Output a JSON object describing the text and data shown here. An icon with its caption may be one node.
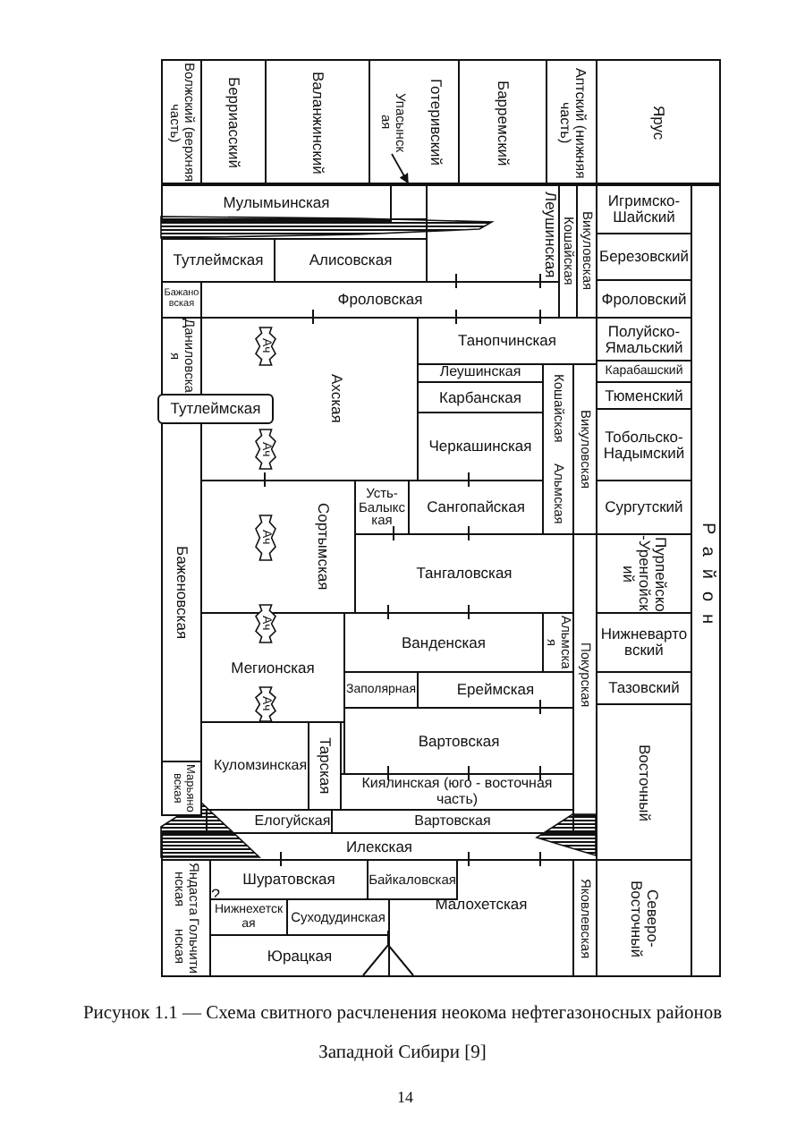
{
  "diagram": {
    "caption": "Рисунок 1.1 — Схема свитного расчленения неокома нефтегазоносных районов Западной Сибири [9]",
    "nodes": [
      {
        "text": [
          "Волжский (верхняя часть)"
        ]
      },
      {
        "text": [
          "Берриасский"
        ]
      },
      {
        "text": [
          "Валанжинский"
        ]
      },
      {
        "text": [
          "Готеривский"
        ]
      },
      {
        "text": [
          "Барремский"
        ]
      },
      {
        "text": [
          "Аптский (нижняя часть)"
        ]
      },
      {
        "text": [
          "Ярус"
        ]
      },
      {
        "text": [
          "Упасынская"
        ],
        "in": 3
      },
      {
        "text": [
          "Мулымьинская"
        ]
      },
      {
        "text": [],
        "shape": "box"
      },
      {
        "text": [
          "Леушинская"
        ]
      },
      {
        "text": [
          "Кошайская"
        ]
      },
      {
        "text": [
          "Викуловская"
        ]
      },
      {
        "text": [
          "Тутлеймская"
        ]
      },
      {
        "text": [
          "Алисовская"
        ]
      },
      {
        "text": [
          "Бажановская"
        ]
      },
      {
        "text": [
          "Фроловская"
        ]
      },
      {
        "text": [
          "Даниловская"
        ]
      },
      {
        "text": [
          "Ахская"
        ]
      },
      {
        "text": [
          "Танопчинская"
        ]
      },
      {
        "text": [
          "Тутлеймская"
        ]
      },
      {
        "text": [
          "Леушинская"
        ]
      },
      {
        "text": [
          "Карбанская"
        ]
      },
      {
        "text": [
          "Черкашинская"
        ]
      },
      {
        "text": [
          "Кошайская",
          "Альмская"
        ]
      },
      {
        "text": [
          "Викуловская"
        ]
      },
      {
        "text": [
          "Баженовская"
        ]
      },
      {
        "text": [
          "Сортымская"
        ]
      },
      {
        "text": [
          "Усть-Балыкская"
        ]
      },
      {
        "text": [
          "Сангопайская"
        ]
      },
      {
        "text": [
          "Тангаловская"
        ]
      },
      {
        "text": [
          "Покурская"
        ]
      },
      {
        "text": [
          "Мегионская"
        ]
      },
      {
        "text": [
          "Ванденская"
        ]
      },
      {
        "text": [
          "Альмская"
        ]
      },
      {
        "text": [
          "Заполярная"
        ]
      },
      {
        "text": [
          "Ереймская"
        ]
      },
      {
        "text": [
          "Вартовская"
        ]
      },
      {
        "text": [
          "Куломзинская"
        ]
      },
      {
        "text": [
          "Тарская"
        ]
      },
      {
        "text": [
          "Киялинская (юго - восточная часть)"
        ]
      },
      {
        "text": [
          "Марьяновская"
        ]
      },
      {
        "text": [
          "Елогуйская"
        ]
      },
      {
        "text": [
          "Вартовская"
        ]
      },
      {
        "text": [
          "Илекская"
        ]
      },
      {
        "text": [
          "Яндастанская",
          "Гольчитинская"
        ]
      },
      {
        "text": [
          "Шуратовская"
        ]
      },
      {
        "text": [
          "Байкаловская"
        ]
      },
      {
        "text": [
          "Нижнехетская"
        ]
      },
      {
        "text": [
          "Суходудинская"
        ]
      },
      {
        "text": [
          "Юрацкая"
        ]
      },
      {
        "text": [
          "Малохетская"
        ]
      },
      {
        "text": [
          "Яковлевская"
        ]
      },
      {
        "text": [
          "Игримско-Шайский"
        ]
      },
      {
        "text": [
          "Березовский"
        ]
      },
      {
        "text": [
          "Фроловский"
        ]
      },
      {
        "text": [
          "Полуйско-Ямальский"
        ]
      },
      {
        "text": [
          "Карабашский"
        ]
      },
      {
        "text": [
          "Тюменский"
        ]
      },
      {
        "text": [
          "Тобольско-Надымский"
        ]
      },
      {
        "text": [
          "Сургутский"
        ]
      },
      {
        "text": [
          "Пурпейско-Уренгойский"
        ]
      },
      {
        "text": [
          "Нижневартовский"
        ]
      },
      {
        "text": [
          "Тазовский"
        ]
      },
      {
        "text": [
          "Восточный"
        ]
      },
      {
        "text": [
          "Северо-Восточный"
        ]
      },
      {
        "text": [
          "Район"
        ]
      },
      {
        "text": [
          "Ач"
        ],
        "in": 18
      },
      {
        "text": [
          "Ач"
        ],
        "in": 18
      },
      {
        "text": [
          "Ач"
        ],
        "in": 27
      },
      {
        "text": [
          "Ач"
        ],
        "in": 32
      },
      {
        "text": [
          "Ач"
        ],
        "in": 32
      }
    ],
    "edges": [
      {
        "from": 7,
        "to": 9,
        "arrow": "to"
      }
    ],
    "labels": [
      "?",
      "14"
    ]
  }
}
